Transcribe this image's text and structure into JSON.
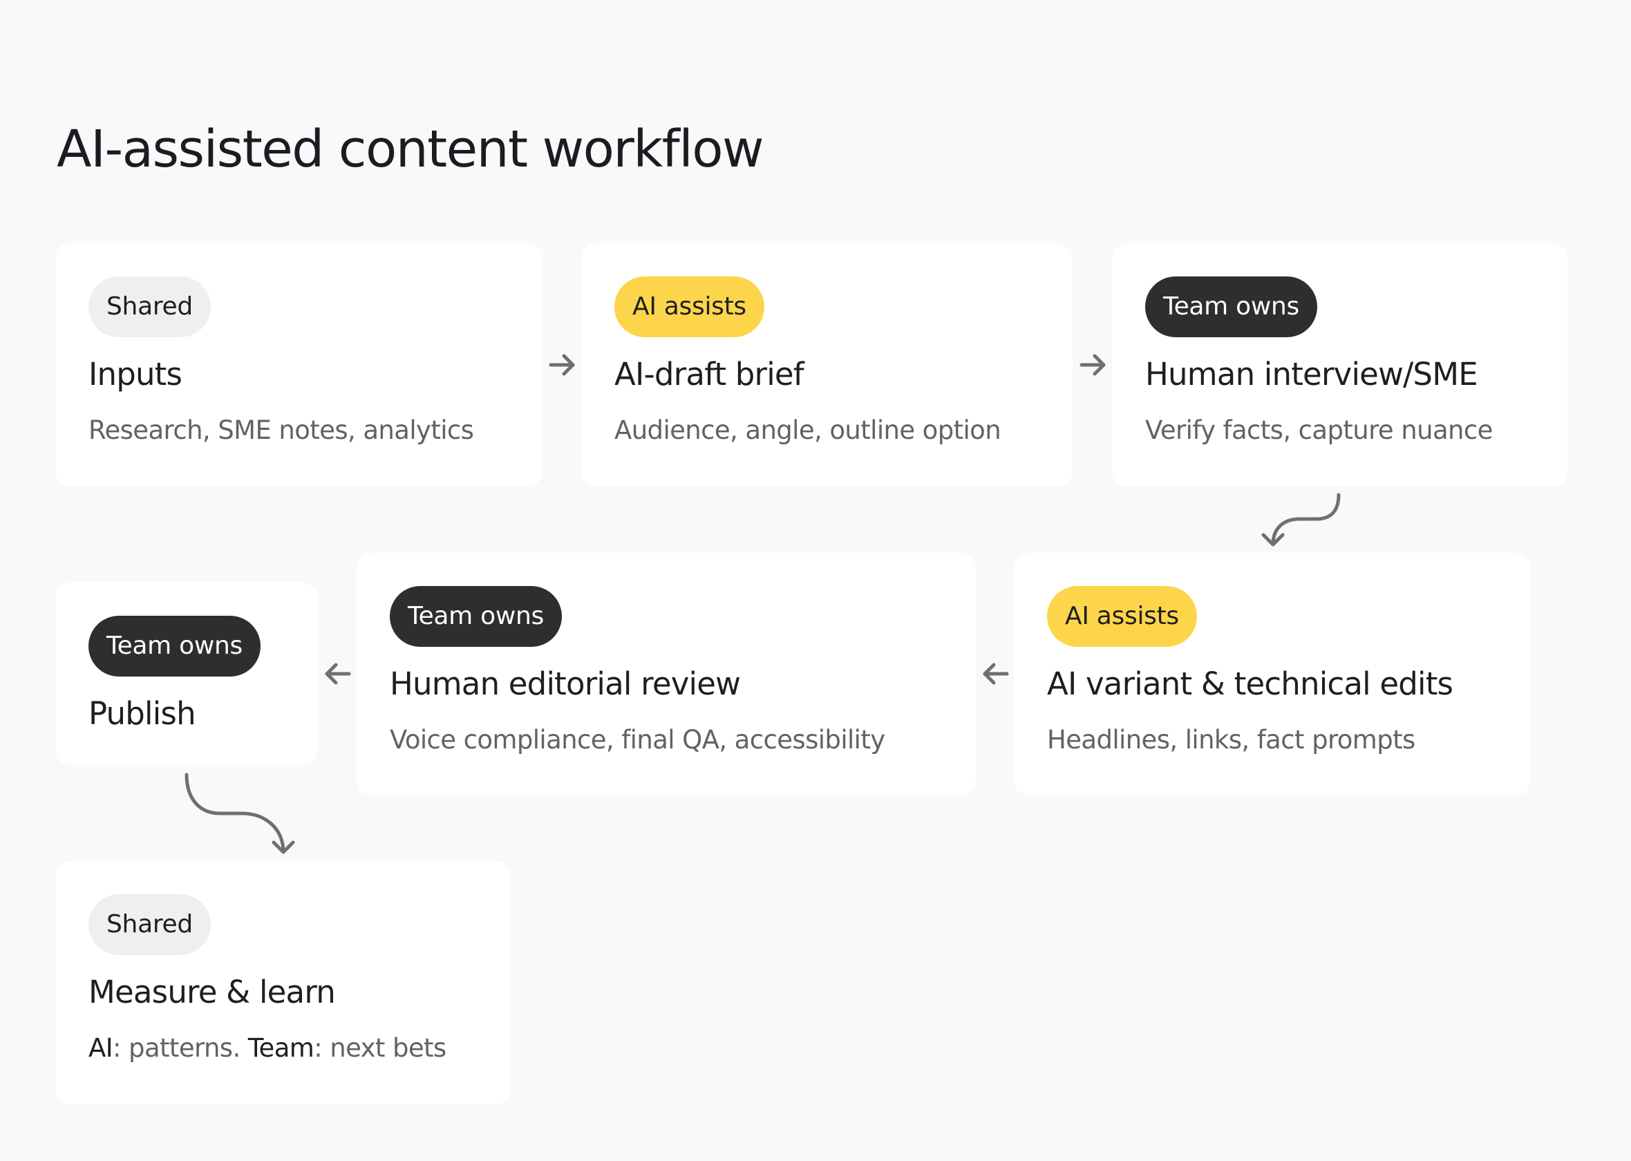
{
  "title": "AI-assisted content workflow",
  "colors": {
    "background": "#f9f9fc",
    "card": "#ffffff",
    "badge_shared": "#efefef",
    "badge_ai": "#fdd54b",
    "badge_team": "#2e2e2e",
    "heading_text": "#1e1e22",
    "description_text": "#626262",
    "connector": "#6f6f6f"
  },
  "steps": [
    {
      "badge": "Shared",
      "badge_type": "shared",
      "title": "Inputs",
      "description": "Research, SME notes, analytics"
    },
    {
      "badge": "AI assists",
      "badge_type": "ai",
      "title": "AI-draft brief",
      "description": "Audience, angle, outline option"
    },
    {
      "badge": "Team owns",
      "badge_type": "team",
      "title": "Human interview/SME",
      "description": "Verify facts, capture nuance"
    },
    {
      "badge": "AI assists",
      "badge_type": "ai",
      "title": "AI variant & technical edits",
      "description": "Headlines, links, fact prompts"
    },
    {
      "badge": "Team owns",
      "badge_type": "team",
      "title": "Human editorial review",
      "description": "Voice compliance, final QA, accessibility"
    },
    {
      "badge": "Team owns",
      "badge_type": "team",
      "title": "Publish",
      "description": ""
    },
    {
      "badge": "Shared",
      "badge_type": "shared",
      "title": "Measure & learn",
      "description_parts": [
        {
          "text": "AI",
          "emphasis": true
        },
        {
          "text": ": patterns. ",
          "emphasis": false
        },
        {
          "text": "Team",
          "emphasis": true
        },
        {
          "text": ": next bets",
          "emphasis": false
        }
      ]
    }
  ],
  "connectors": [
    {
      "from": "Inputs",
      "to": "AI-draft brief",
      "icon": "arrow-right-icon"
    },
    {
      "from": "AI-draft brief",
      "to": "Human interview/SME",
      "icon": "arrow-right-icon"
    },
    {
      "from": "Human interview/SME",
      "to": "AI variant & technical edits",
      "icon": "curved-arrow-down-left-icon"
    },
    {
      "from": "AI variant & technical edits",
      "to": "Human editorial review",
      "icon": "arrow-left-icon"
    },
    {
      "from": "Human editorial review",
      "to": "Publish",
      "icon": "arrow-left-icon"
    },
    {
      "from": "Publish",
      "to": "Measure & learn",
      "icon": "curved-arrow-down-right-icon"
    }
  ]
}
